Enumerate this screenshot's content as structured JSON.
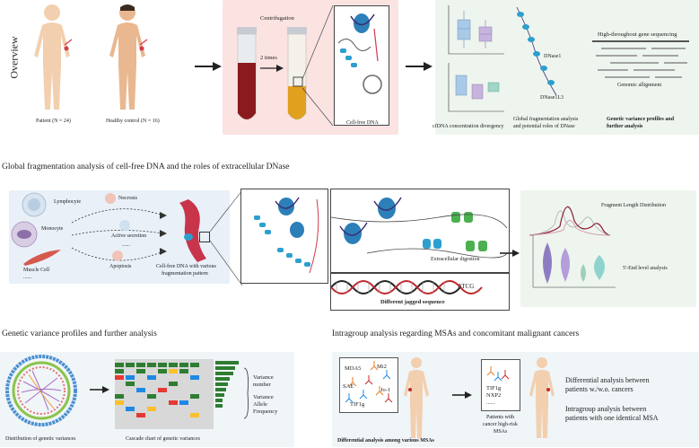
{
  "overview": {
    "label": "Overview",
    "patient": "Patient (N = 24)",
    "healthy": "Healthy control (N = 16)",
    "centrifugation": "Centrifugation",
    "times": "2 times",
    "cfdna": "Cell-free DNA",
    "concentration": "cfDNA concentration divergency",
    "global_title": "Global fragmentation analysis",
    "global_sub": "and potential roles of DNase",
    "dnase1": "DNase1",
    "dnase1l3": "DNase1L3",
    "hts": "High-throughout gene sequencing",
    "alignment": "Genomic allignment",
    "gv_title": "Genetic variance profiles and",
    "gv_sub": "further analysis"
  },
  "section2": {
    "title": "Global fragmentation analysis of cell-free DNA and the roles of extracellular DNase",
    "lymphocyte": "Lymphocyte",
    "monocyte": "Monocyte",
    "muscle": "Muscle Cell",
    "dots1": "......",
    "necrosis": "Necrosis",
    "active": "Active secretion",
    "dots2": "......",
    "apoptosis": "Apoptosis",
    "cfdna_pattern": "Cell-free DNA with various",
    "cfdna_pattern2": "fragmentation pattern",
    "extracellular": "Extracellular digestion",
    "atcg": "ATCG",
    "jagged": "Different jagged sequence",
    "fld": "Fragment Length Distribution",
    "endlevel": "5'-End level analysis"
  },
  "section3": {
    "title": "Genetic variance profiles and further analysis",
    "dist": "Distribution of genetic variances",
    "cascade": "Cascade chart of genetic variances",
    "vn1": "Variance",
    "vn2": "number",
    "vaf1": "Variance",
    "vaf2": "Allele",
    "vaf3": "Frequency"
  },
  "section4": {
    "title": "Intragroup analysis regarding MSAs and concomitant malignant cancers",
    "mda5": "MDA5",
    "sae": "SAE",
    "tif1g": "TIF1g",
    "mi2": "Mi2",
    "jo1": "Jo-1",
    "among": "Differential analysis among various MSAs",
    "tif1g2": "TIF1g",
    "nxp2": "NXP2",
    "dots": "......",
    "pc1": "Patients with",
    "pc2": "cancer high-risk",
    "pc3": "MSAs",
    "diff1": "Differential analysis between",
    "diff2": "patients w./w.o. cancers",
    "intra1": "Intragroup analysis between",
    "intra2": "patients with one identical MSA"
  },
  "colors": {
    "pink_panel": "#fbe3e2",
    "green_panel": "#eef5ee",
    "blue_panel": "#e9f0f8",
    "light_panel": "#f0f5f8"
  }
}
